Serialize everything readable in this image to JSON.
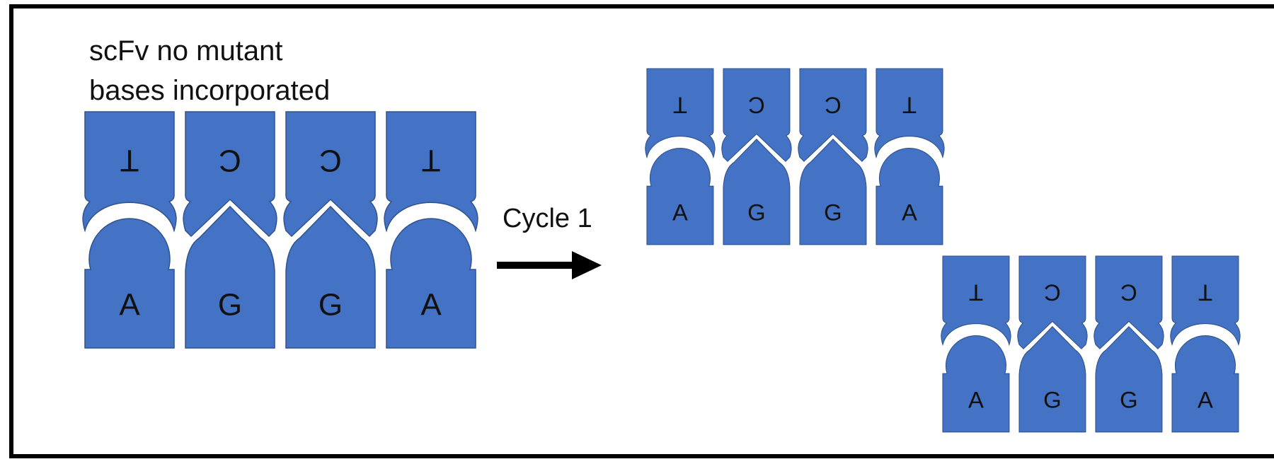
{
  "title": {
    "line1": "scFv no mutant",
    "line2": "bases incorporated"
  },
  "arrow_label": "Cycle 1",
  "colors": {
    "base_fill": "#4472C4",
    "base_stroke": "#2F528F",
    "gap": "#ffffff",
    "letter": "#111111",
    "arrow": "#000000"
  },
  "strands": [
    {
      "pairs": [
        {
          "bottom": "A",
          "top": "T"
        },
        {
          "bottom": "G",
          "top": "C"
        },
        {
          "bottom": "G",
          "top": "C"
        },
        {
          "bottom": "A",
          "top": "T"
        }
      ]
    },
    {
      "pairs": [
        {
          "bottom": "A",
          "top": "T"
        },
        {
          "bottom": "G",
          "top": "C"
        },
        {
          "bottom": "G",
          "top": "C"
        },
        {
          "bottom": "A",
          "top": "T"
        }
      ]
    },
    {
      "pairs": [
        {
          "bottom": "A",
          "top": "T"
        },
        {
          "bottom": "G",
          "top": "C"
        },
        {
          "bottom": "G",
          "top": "C"
        },
        {
          "bottom": "A",
          "top": "T"
        }
      ]
    }
  ]
}
